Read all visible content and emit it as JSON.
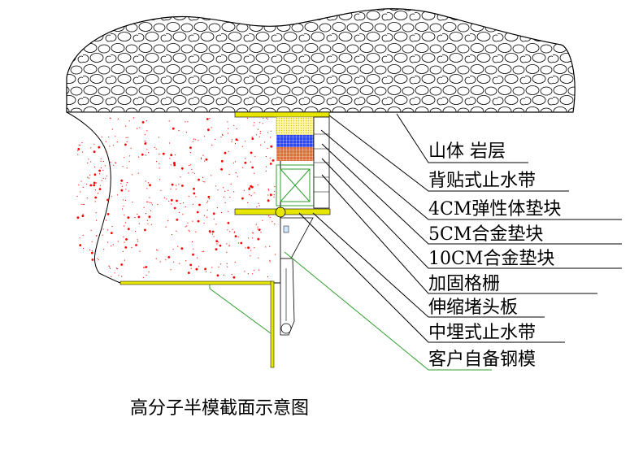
{
  "diagram": {
    "caption": "高分子半模截面示意图",
    "labels": [
      "山体 岩层",
      "背贴式止水带",
      "4CM弹性体垫块",
      "5CM合金垫块",
      "10CM合金垫块",
      "加固格栅",
      "伸缩堵头板",
      "中埋式止水带",
      "客户自备钢模"
    ],
    "colors": {
      "rock_outline": "#000000",
      "concrete_fill": "#ffffff",
      "concrete_dots": "#ff0000",
      "waterstop": "#e6e600",
      "elastic_pad": "#f3e27a",
      "alloy_5cm": "#2a44ff",
      "alloy_10cm": "#e0703a",
      "grid": "#2e9e2e",
      "steel_form": "#2e9e2e",
      "leader_lines": "#000000"
    }
  }
}
